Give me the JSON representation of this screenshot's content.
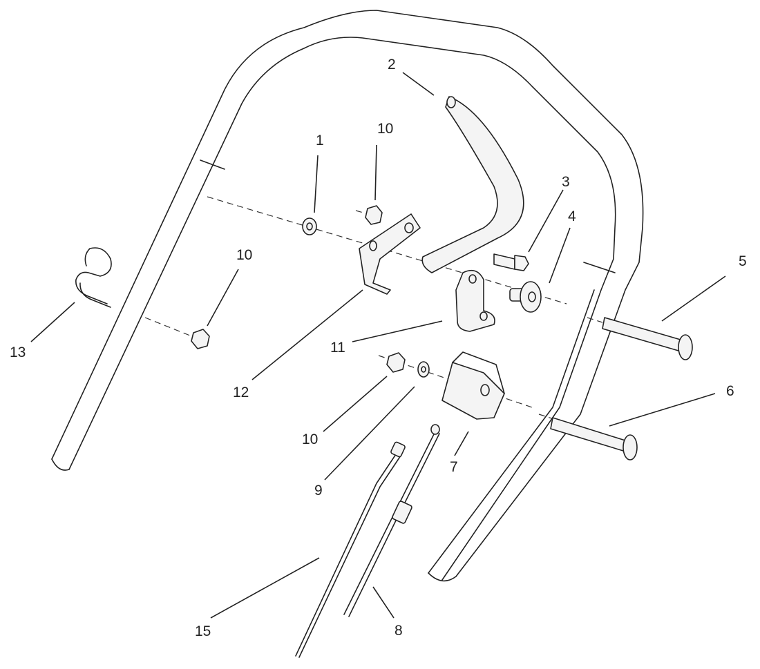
{
  "callouts": {
    "c1": "1",
    "c2": "2",
    "c3": "3",
    "c4": "4",
    "c5": "5",
    "c6": "6",
    "c7": "7",
    "c8": "8",
    "c9": "9",
    "c10a": "10",
    "c10b": "10",
    "c10c": "10",
    "c11": "11",
    "c12": "12",
    "c13": "13",
    "c15": "15"
  }
}
